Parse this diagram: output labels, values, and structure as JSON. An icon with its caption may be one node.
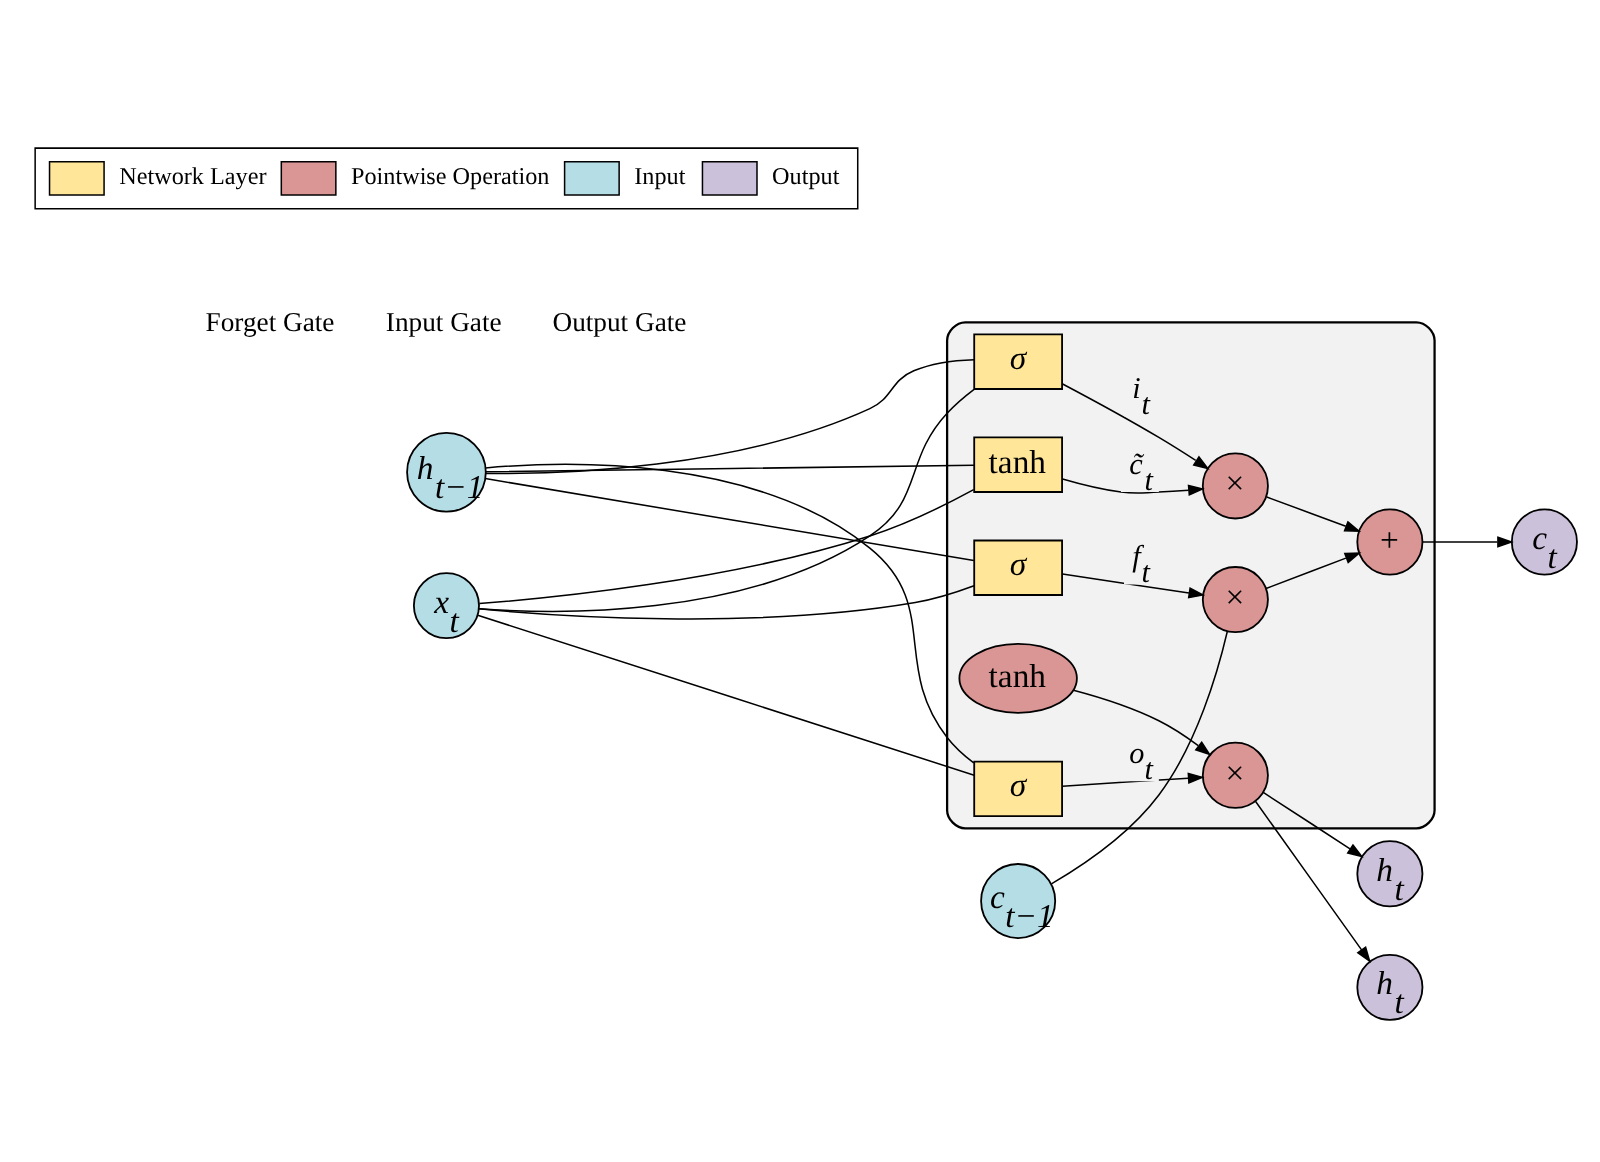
{
  "diagram": {
    "nodes": [
      {
        "text": [],
        "shape": "box"
      },
      {
        "text": [
          "c$_{t−1}$"
        ]
      },
      {
        "text": [
          "h$_{t−1}$"
        ]
      },
      {
        "text": [
          "x$_{t}$"
        ]
      },
      {
        "text": [
          "×"
        ],
        "in": 0
      },
      {
        "text": [
          "+"
        ],
        "in": 0
      },
      {
        "text": [
          "×"
        ],
        "in": 0
      },
      {
        "text": [
          "tanh"
        ],
        "in": 0
      },
      {
        "text": [
          "×"
        ],
        "in": 0
      },
      {
        "text": [
          "σ"
        ],
        "in": 0
      },
      {
        "text": [
          "σ"
        ],
        "in": 0
      },
      {
        "text": [
          "tanh"
        ],
        "in": 0
      },
      {
        "text": [
          "σ"
        ],
        "in": 0
      },
      {
        "text": [
          "h$_{t}$"
        ]
      },
      {
        "text": [
          "c$_{t}$"
        ]
      },
      {
        "text": [
          "h$_{t}$"
        ]
      }
    ],
    "edges": [
      {
        "from": 1,
        "to": 4,
        "arrow": "none"
      },
      {
        "from": 4,
        "to": 5,
        "arrow": "to"
      },
      {
        "from": 5,
        "to": 14,
        "arrow": "to"
      },
      {
        "from": 6,
        "to": 5,
        "arrow": "to"
      },
      {
        "from": 9,
        "to": 4,
        "arrow": "to",
        "label": "f$_{t}$"
      },
      {
        "from": 10,
        "to": 6,
        "arrow": "to",
        "label": "i$_{t}$"
      },
      {
        "from": 11,
        "to": 6,
        "arrow": "to",
        "label": "c̃$_{t}$"
      },
      {
        "from": 12,
        "to": 8,
        "arrow": "to",
        "label": "o$_{t}$"
      },
      {
        "from": 7,
        "to": 8,
        "arrow": "to"
      },
      {
        "from": 2,
        "to": 9,
        "arrow": "none"
      },
      {
        "from": 2,
        "to": 10,
        "arrow": "none"
      },
      {
        "from": 2,
        "to": 11,
        "arrow": "none"
      },
      {
        "from": 2,
        "to": 12,
        "arrow": "none"
      },
      {
        "from": 3,
        "to": 9,
        "arrow": "none"
      },
      {
        "from": 3,
        "to": 10,
        "arrow": "none"
      },
      {
        "from": 3,
        "to": 11,
        "arrow": "none"
      },
      {
        "from": 3,
        "to": 12,
        "arrow": "none"
      },
      {
        "from": 8,
        "to": 15,
        "arrow": "to"
      },
      {
        "from": 8,
        "to": 13,
        "arrow": "to"
      }
    ],
    "labels": [
      "Forget Gate",
      "Input Gate",
      "Output Gate"
    ],
    "legend": [
      {
        "text": "Network Layer",
        "color": "#ffe699"
      },
      {
        "text": "Pointwise Operation",
        "color": "#d99694"
      },
      {
        "text": "Input",
        "color": "#b4dde6"
      },
      {
        "text": "Output",
        "color": "#ccc1da"
      }
    ]
  }
}
